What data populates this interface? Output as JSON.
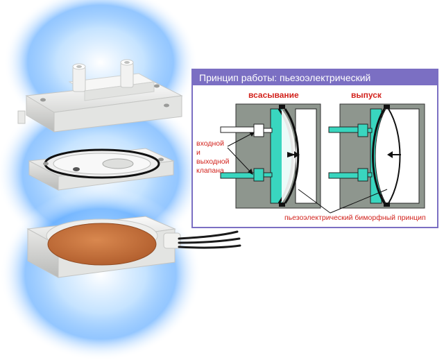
{
  "panel": {
    "title": "Принцип работы:  пьезоэлектрический",
    "mode_left": "всасывание",
    "mode_right": "выпуск",
    "valve_label_lines": [
      "входной",
      "и",
      "выходной",
      "клапана"
    ],
    "piezo_label": "пьезоэлектрический биморфный принцип"
  },
  "colors": {
    "panel_accent": "#7b6fc3",
    "label_red": "#d2221c",
    "pump_body_gray": "#8e968e",
    "fluid_cyan": "#39d6bf",
    "device_white": "#f4f4f2",
    "glow_blue": "#4fa6ff",
    "piezo_disc": "#c8733f"
  },
  "photo": {
    "parts": [
      "top-cover-with-nozzles",
      "valve-plate-with-ring",
      "base-with-piezo-disc",
      "cable"
    ]
  }
}
